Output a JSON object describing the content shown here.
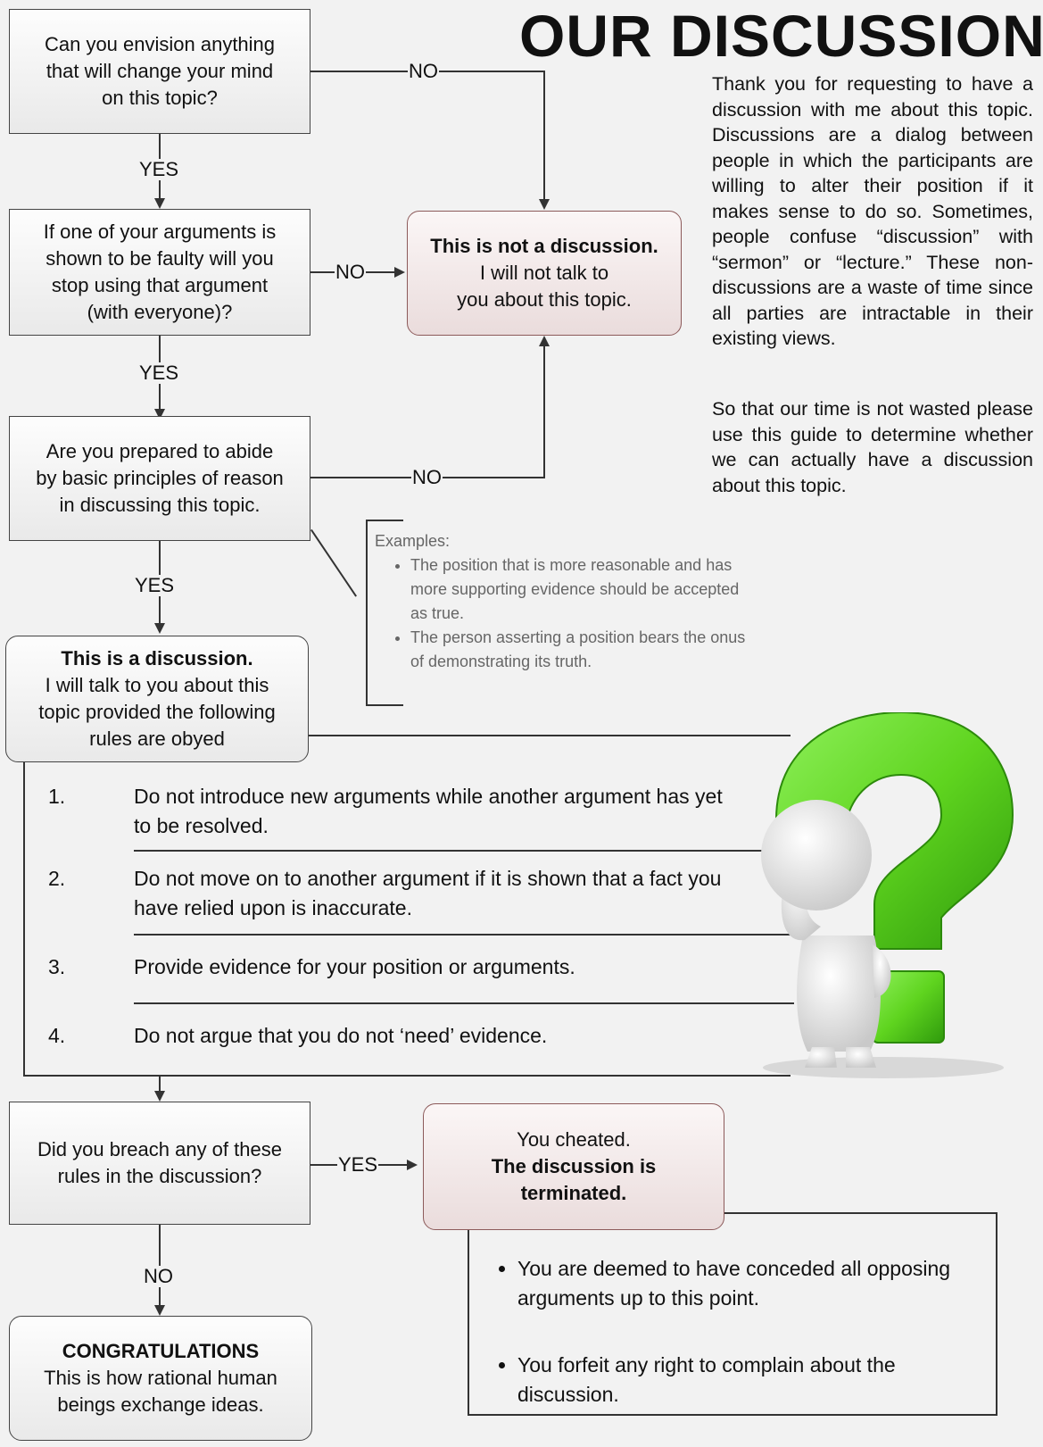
{
  "title": "OUR DISCUSSION",
  "intro": {
    "para1": "Thank you for requesting to have a discussion with me about this topic. Discussions are a dialog between people in which the participants are willing to alter their position if it makes sense to do so. Sometimes, people confuse “discussion” with “sermon” or “lecture.” These non-discussions are a waste of time since all parties are intractable in their existing views.",
    "para2": "So that our time is not wasted please use this guide to determine whether we can actually have a discussion about this topic."
  },
  "flow": {
    "q1": [
      "Can you envision anything",
      "that will change your mind",
      "on this topic?"
    ],
    "q2": [
      "If one of your arguments is",
      "shown to be faulty will you",
      "stop using that argument",
      "(with everyone)?"
    ],
    "q3": [
      "Are you prepared to abide",
      "by basic principles of reason",
      "in discussing this topic."
    ],
    "not_discussion": {
      "bold": "This is not a discussion.",
      "lines": [
        "I will not talk to",
        "you about this topic."
      ]
    },
    "discussion": {
      "bold": "This is a discussion.",
      "lines": [
        "I will talk to you about this",
        "topic provided the following",
        "rules are obyed"
      ]
    },
    "q4": [
      "Did you breach any of these",
      "rules in the discussion?"
    ],
    "cheated": {
      "line1": "You cheated.",
      "bold1": "The discussion is",
      "bold2": "terminated."
    },
    "congrats": {
      "bold": "CONGRATULATIONS",
      "lines": [
        "This is how rational human",
        "beings exchange ideas."
      ]
    },
    "labels": {
      "yes": "YES",
      "no": "NO"
    }
  },
  "examples": {
    "heading": "Examples:",
    "items": [
      "The position that is more reasonable and has more supporting evidence should be accepted as true.",
      "The person asserting a position bears the onus of demonstrating its truth."
    ]
  },
  "rules": [
    {
      "num": "1.",
      "text": "Do not introduce new arguments while another argument has yet to be resolved."
    },
    {
      "num": "2.",
      "text": "Do not move on to another argument if it is shown that a fact you have relied upon is inaccurate."
    },
    {
      "num": "3.",
      "text": "Provide evidence for your position or arguments."
    },
    {
      "num": "4.",
      "text": "Do not argue that you do not ‘need’ evidence."
    }
  ],
  "consequences": [
    "You are deemed to have conceded all opposing arguments up to this point.",
    "You forfeit any right to complain about the discussion."
  ],
  "colors": {
    "accent_green": "#5fd41f",
    "box_pink": "#eadcdc"
  },
  "illustration": "thinking-figure-with-green-question-mark"
}
